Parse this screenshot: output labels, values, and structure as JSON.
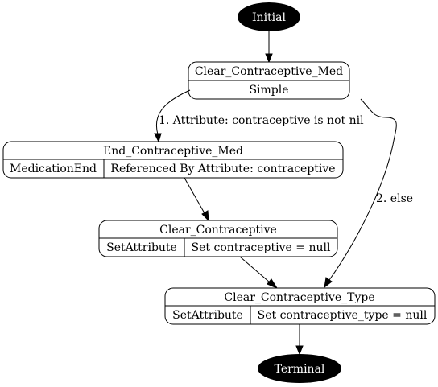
{
  "diagram": {
    "colors": {
      "background": "#ffffff",
      "line": "#000000",
      "terminal_fill": "#000000",
      "terminal_text": "#ffffff"
    },
    "initial": {
      "label": "Initial"
    },
    "terminal": {
      "label": "Terminal"
    },
    "nodes": {
      "clear_med": {
        "title": "Clear_Contraceptive_Med",
        "type": "Simple"
      },
      "end_med": {
        "title": "End_Contraceptive_Med",
        "type": "MedicationEnd",
        "detail": "Referenced By Attribute: contraceptive"
      },
      "clear_contraceptive": {
        "title": "Clear_Contraceptive",
        "type": "SetAttribute",
        "detail": "Set contraceptive = null"
      },
      "clear_type": {
        "title": "Clear_Contraceptive_Type",
        "type": "SetAttribute",
        "detail": "Set contraceptive_type = null"
      }
    },
    "edges": {
      "cond1": "1. Attribute: contraceptive is not nil",
      "cond2": "2. else"
    }
  }
}
